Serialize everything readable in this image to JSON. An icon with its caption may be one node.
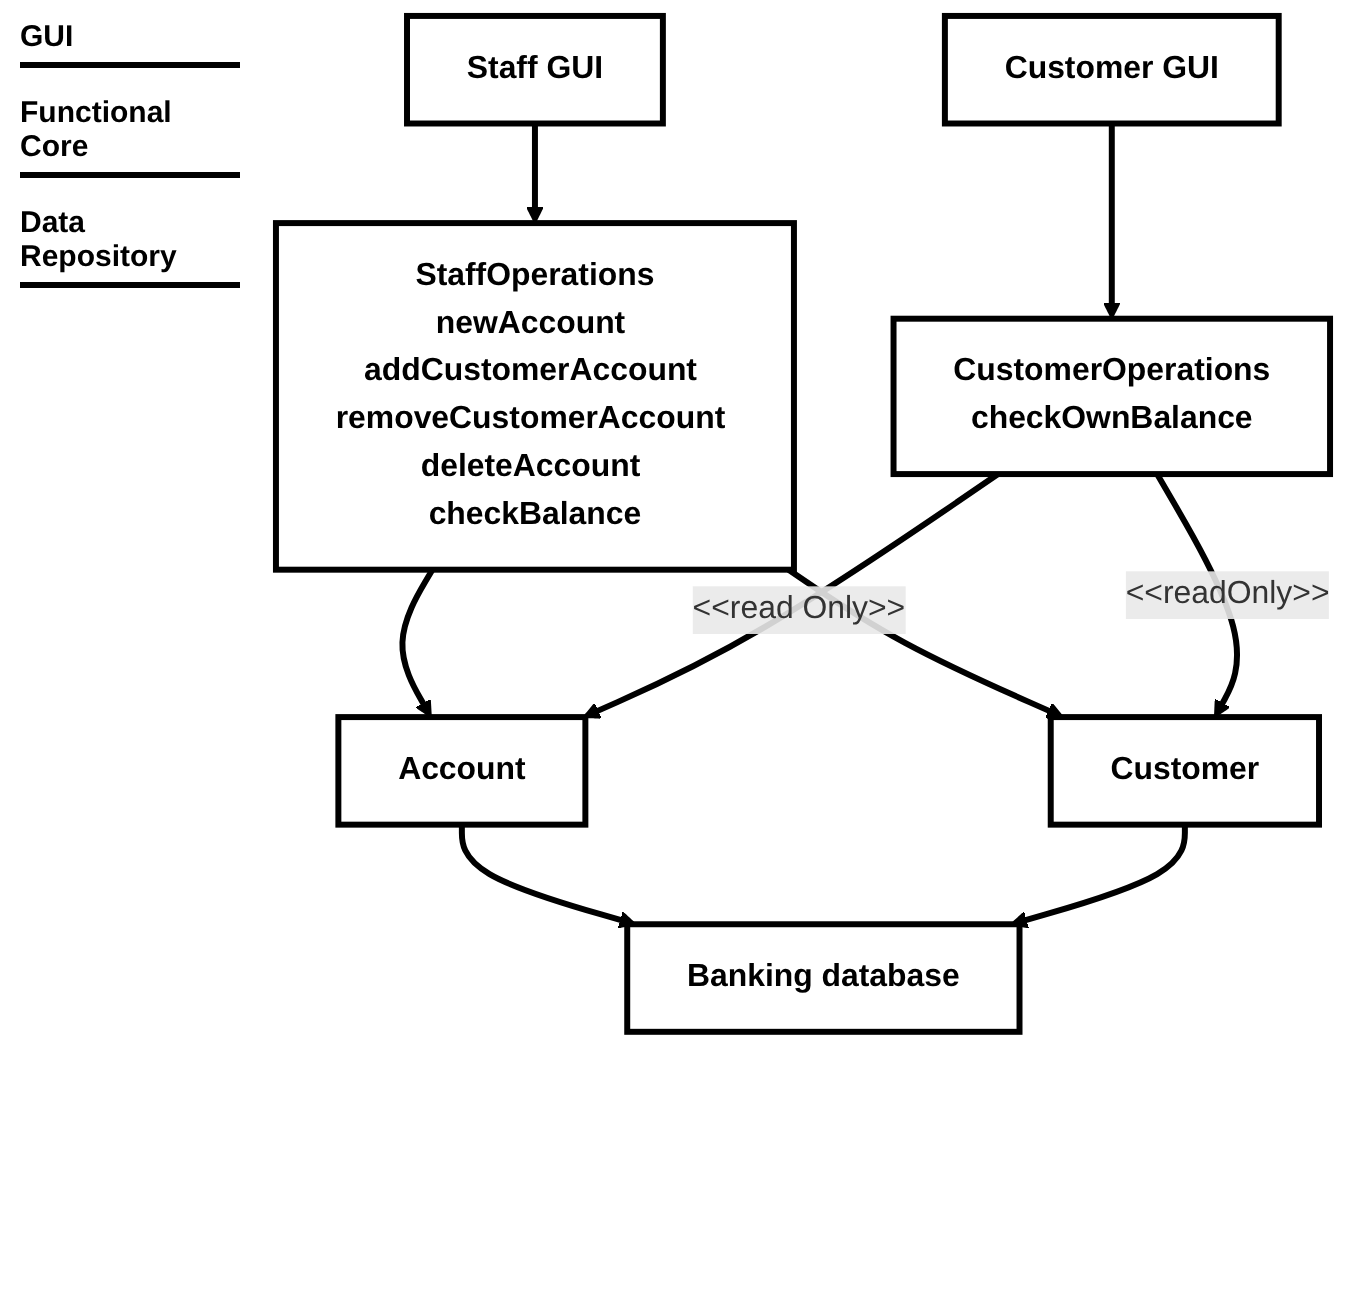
{
  "diagram": {
    "nodes": [
      {
        "text": [
          "Staff GUI"
        ]
      },
      {
        "text": [
          "Customer GUI"
        ]
      },
      {
        "text": [
          "StaffOperations",
          "newAccount addCustomerAccount removeCustomerAccount deleteAccount checkBalance"
        ]
      },
      {
        "text": [
          "CustomerOperations",
          "checkOwnBalance"
        ]
      },
      {
        "text": [
          "Account"
        ]
      },
      {
        "text": [
          "Customer"
        ]
      },
      {
        "text": [
          "Banking database"
        ]
      }
    ],
    "edges": [
      {
        "from": 0,
        "to": 2,
        "arrow": "to"
      },
      {
        "from": 1,
        "to": 3,
        "arrow": "to"
      },
      {
        "from": 2,
        "to": 4,
        "arrow": "to"
      },
      {
        "from": 2,
        "to": 5,
        "arrow": "to"
      },
      {
        "from": 3,
        "to": 4,
        "arrow": "to",
        "label": "<<read Only>>"
      },
      {
        "from": 3,
        "to": 5,
        "arrow": "to",
        "label": "<<readOnly>>"
      },
      {
        "from": 4,
        "to": 6,
        "arrow": "to"
      },
      {
        "from": 5,
        "to": 6,
        "arrow": "to"
      }
    ],
    "labels": [
      "GUI",
      "Functional Core",
      "Data Repository"
    ]
  }
}
